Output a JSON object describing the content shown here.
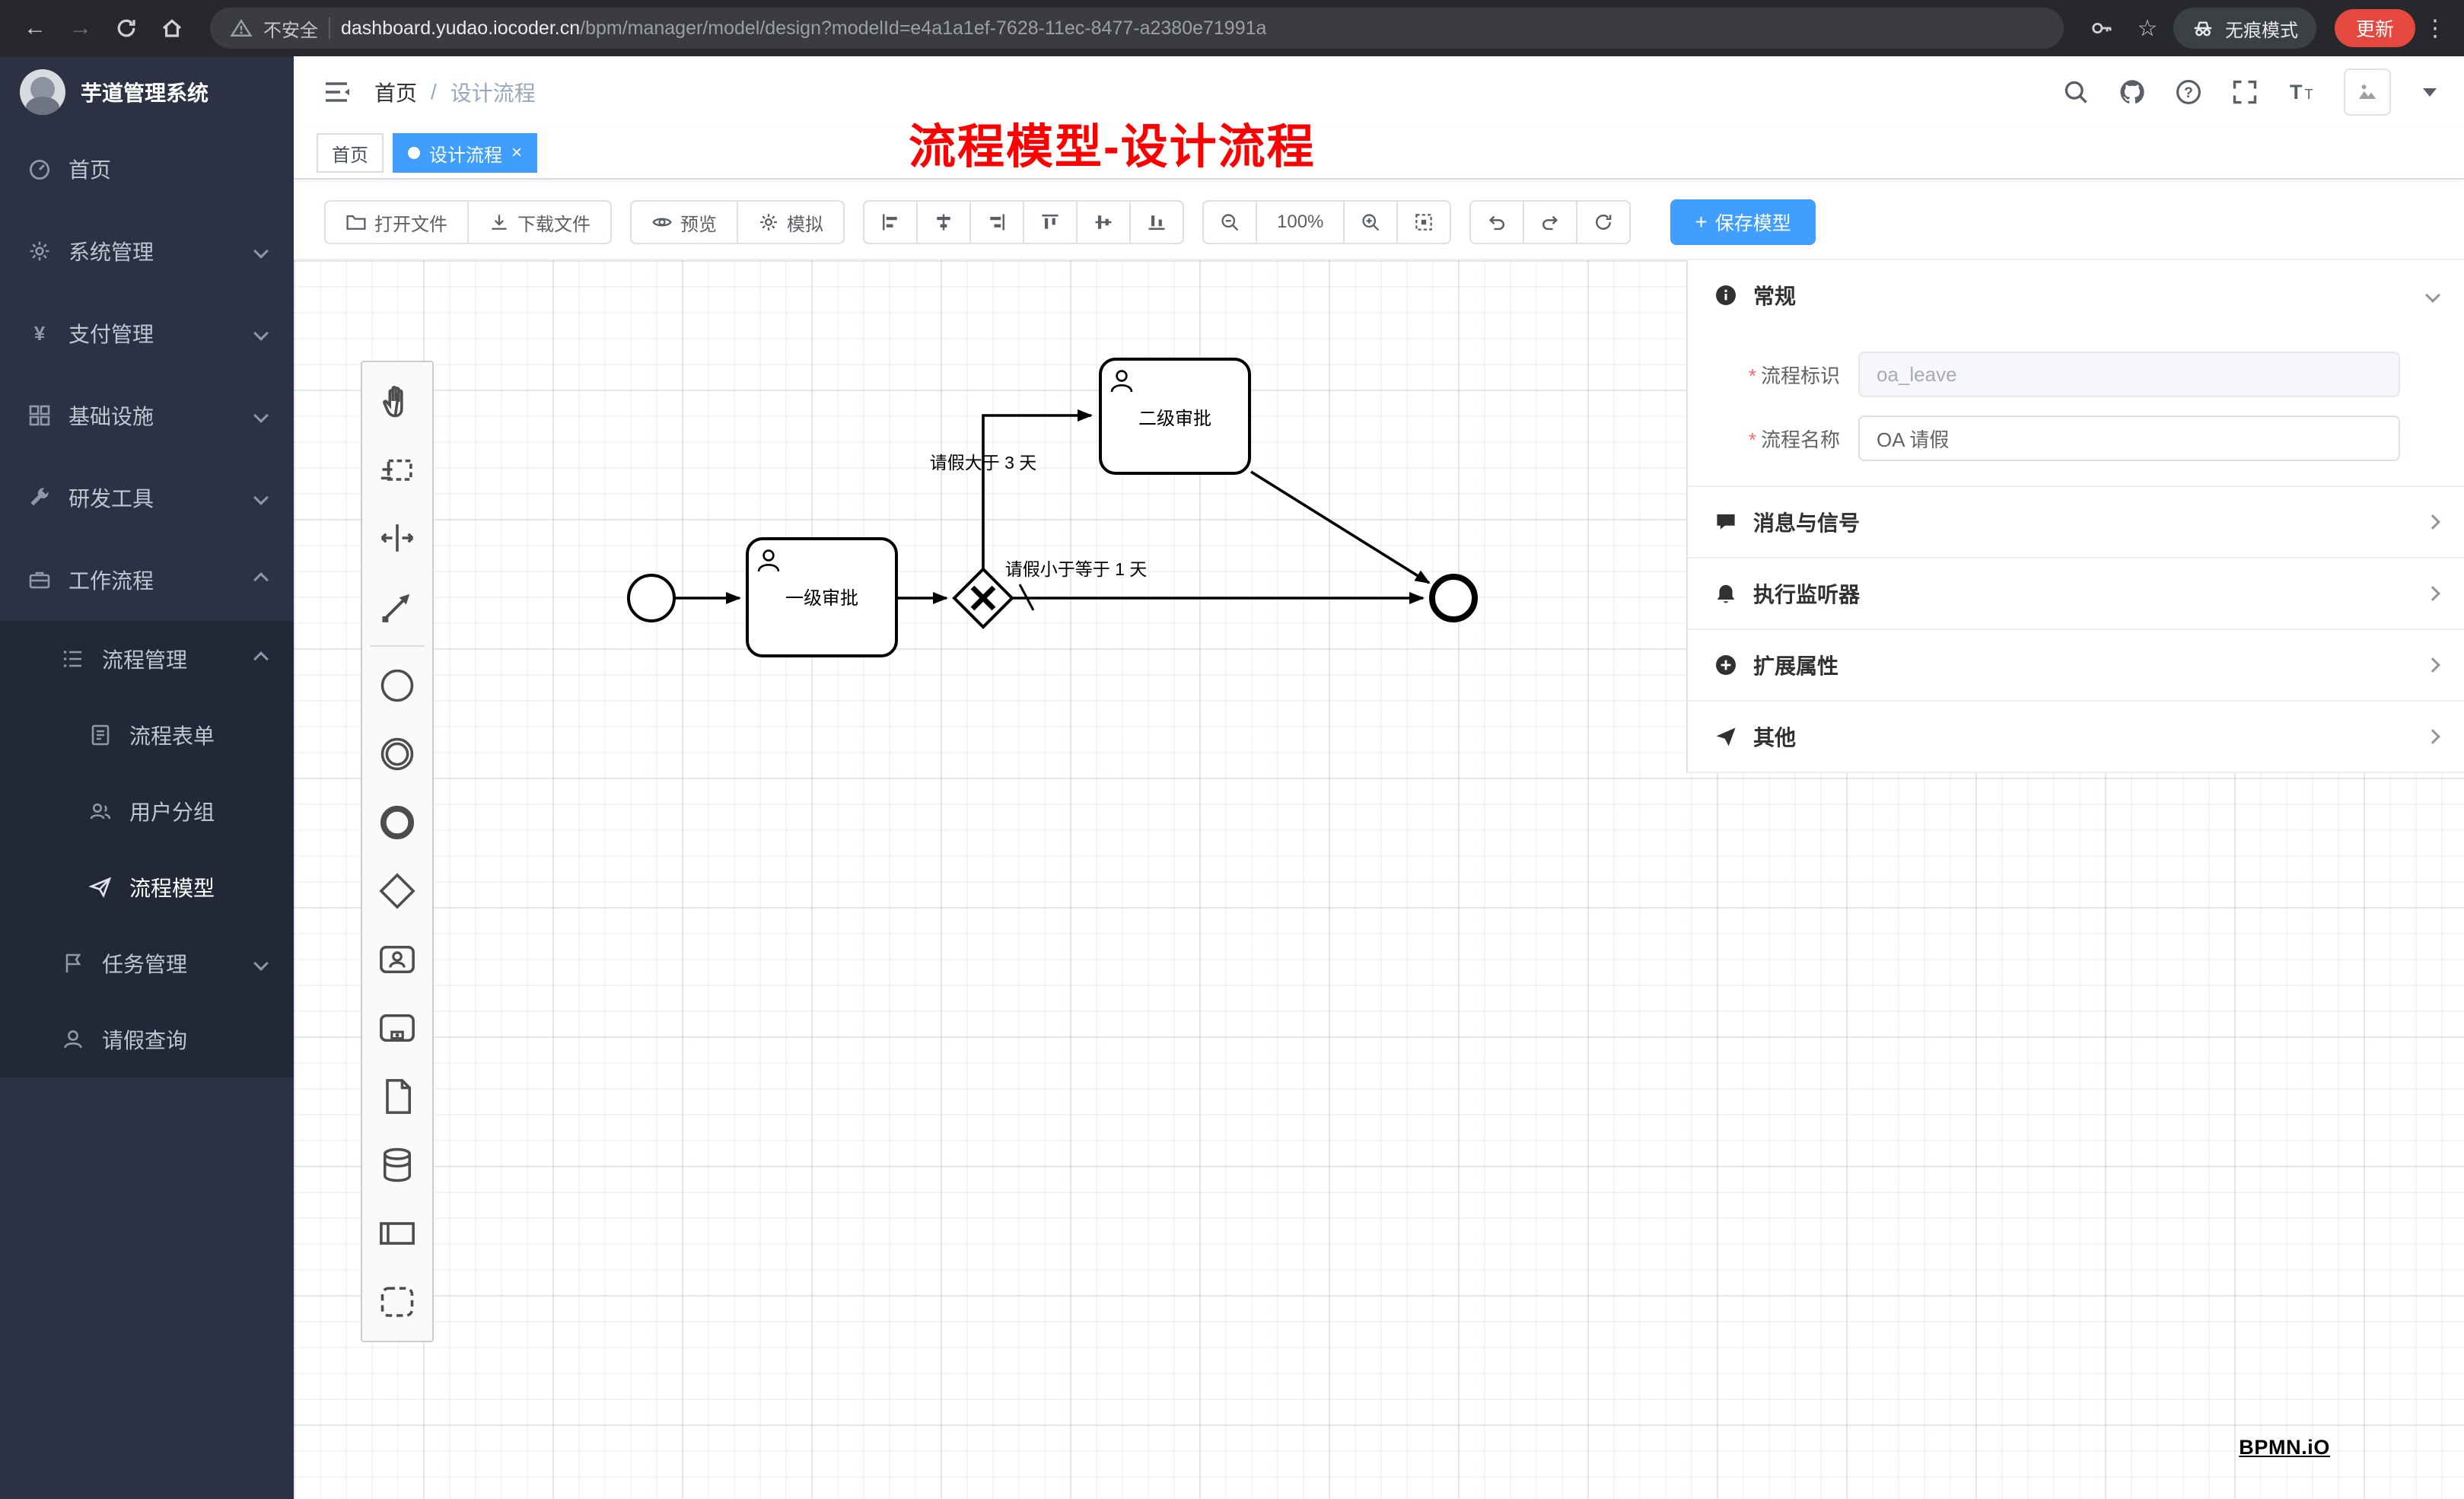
{
  "colors": {
    "accent": "#409eff",
    "update_button": "#e5483e",
    "sidebar_bg": "#2c3143",
    "submenu_bg": "#232838",
    "tab_active": "#409eff"
  },
  "browser": {
    "security_label": "不安全",
    "url_host": "dashboard.yudao.iocoder.cn",
    "url_path": "/bpm/manager/model/design?modelId=e4a1a1ef-7628-11ec-8477-a2380e71991a",
    "incognito_label": "无痕模式",
    "update_label": "更新",
    "menu_glyph": "⋮",
    "back_glyph": "←",
    "forward_glyph": "→",
    "star_glyph": "☆"
  },
  "sidebar": {
    "logo_title": "芋道管理系统",
    "items": [
      {
        "label": "首页",
        "icon": "dashboard-icon"
      },
      {
        "label": "系统管理",
        "icon": "gear-icon",
        "chevron": "down"
      },
      {
        "label": "支付管理",
        "icon": "yen-icon",
        "chevron": "down"
      },
      {
        "label": "基础设施",
        "icon": "grid-icon",
        "chevron": "down"
      },
      {
        "label": "研发工具",
        "icon": "wrench-icon",
        "chevron": "down"
      },
      {
        "label": "工作流程",
        "icon": "briefcase-icon",
        "chevron": "up"
      },
      {
        "label": "流程管理",
        "icon": "list-icon",
        "chevron": "up"
      },
      {
        "label": "流程表单",
        "icon": "form-icon"
      },
      {
        "label": "用户分组",
        "icon": "users-icon"
      },
      {
        "label": "流程模型",
        "icon": "paper-plane-icon",
        "active": true
      },
      {
        "label": "任务管理",
        "icon": "flag-icon",
        "chevron": "down"
      },
      {
        "label": "请假查询",
        "icon": "person-icon"
      }
    ]
  },
  "header": {
    "breadcrumb_home": "首页",
    "breadcrumb_sep": "/",
    "breadcrumb_current": "设计流程"
  },
  "annotation": "流程模型-设计流程",
  "tabs": {
    "home": "首页",
    "active": "设计流程",
    "close": "×"
  },
  "toolbar": {
    "open": "打开文件",
    "download": "下载文件",
    "preview": "预览",
    "simulate": "模拟",
    "zoom_level": "100%",
    "save": "保存模型",
    "save_plus": "+"
  },
  "diagram": {
    "task1": "一级审批",
    "task2": "二级审批",
    "flow_condition_up": "请假大于 3 天",
    "flow_condition_right": "请假小于等于 1 天"
  },
  "properties": {
    "required_mark": "*",
    "sections": {
      "general": "常规",
      "message": "消息与信号",
      "listener": "执行监听器",
      "ext": "扩展属性",
      "other": "其他"
    },
    "fields": [
      {
        "label": "流程标识",
        "value": "oa_leave"
      },
      {
        "label": "流程名称",
        "value": "OA 请假"
      }
    ]
  },
  "watermark": "BPMN.iO"
}
